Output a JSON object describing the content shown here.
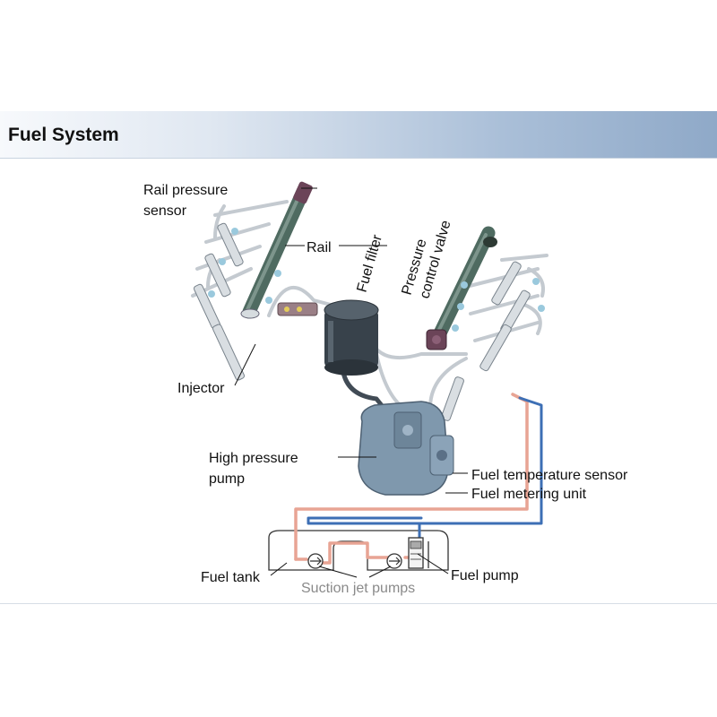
{
  "title": "Fuel System",
  "labels": {
    "rail_pressure_sensor_1": "Rail pressure",
    "rail_pressure_sensor_2": "sensor",
    "rail": "Rail",
    "fuel_filter": "Fuel filter",
    "pressure_control_valve_1": "Pressure",
    "pressure_control_valve_2": "control valve",
    "injector": "Injector",
    "high_pressure_pump_1": "High pressure",
    "high_pressure_pump_2": "pump",
    "fuel_temperature_sensor": "Fuel temperature sensor",
    "fuel_metering_unit": "Fuel metering unit",
    "fuel_tank": "Fuel tank",
    "fuel_pump": "Fuel pump",
    "suction_jet_pumps": "Suction jet pumps"
  },
  "colors": {
    "rail": "#4f6b61",
    "pump": "#7f98ad",
    "valve": "#6b4458",
    "return_line": "#e8a494",
    "supply_line": "#3d6fb5",
    "pipe": "#c4cad0"
  }
}
